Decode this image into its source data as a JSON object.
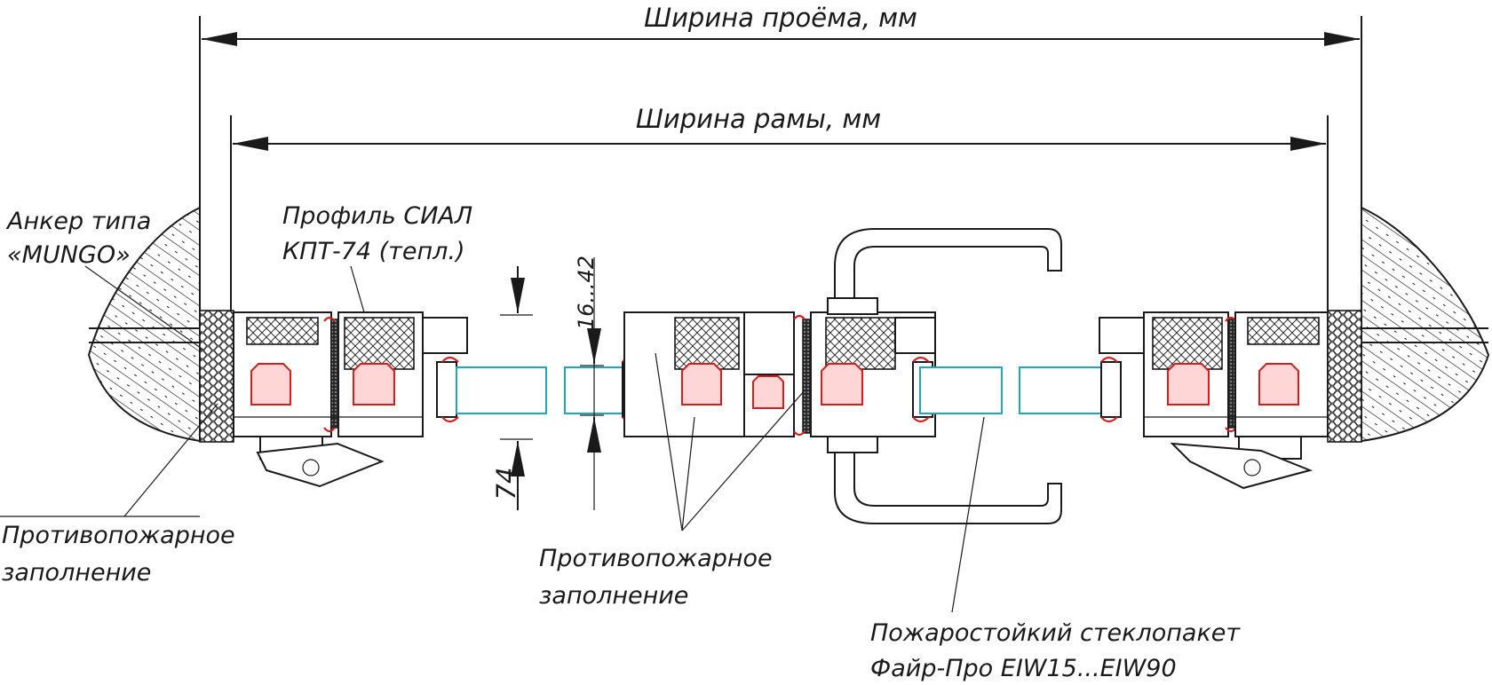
{
  "dimensions": {
    "opening_width": "Ширина проёма, мм",
    "frame_width": "Ширина рамы, мм",
    "glass_range": "16...42",
    "profile_depth": "74"
  },
  "labels": {
    "anchor_line1": "Анкер типа",
    "anchor_line2": "«MUNGO»",
    "profile_line1": "Профиль СИАЛ",
    "profile_line2": "КПТ-74 (тепл.)",
    "fire_fill_left_line1": "Противопожарное",
    "fire_fill_left_line2": "заполнение",
    "fire_fill_center_line1": "Противопожарное",
    "fire_fill_center_line2": "заполнение",
    "glass_unit_line1": "Пожаростойкий стеклопакет",
    "glass_unit_line2": "Файр-Про EIW15...EIW90"
  },
  "colors": {
    "line": "#1a1a1a",
    "glass": "#1ea7b8",
    "seal": "#d21e1e"
  }
}
